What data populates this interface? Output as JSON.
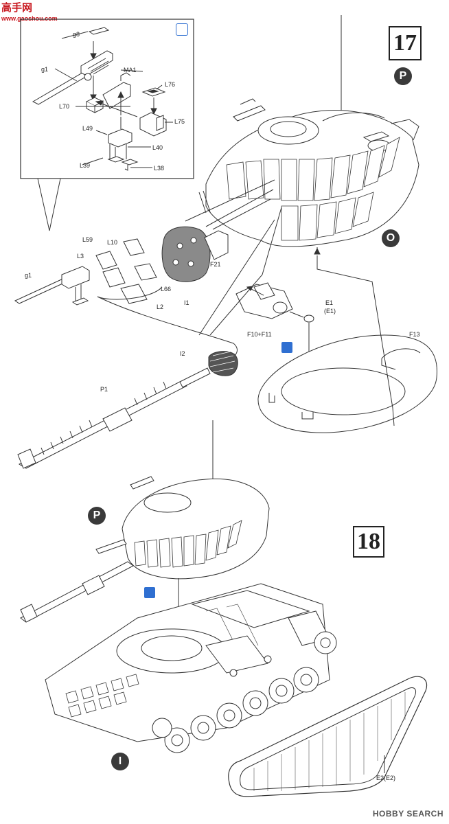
{
  "watermark_top": {
    "chars": "高手网",
    "url": "www.gaoshou.com"
  },
  "steps": [
    {
      "number": "17"
    },
    {
      "number": "18"
    }
  ],
  "markers": {
    "p1": "P",
    "o": "O",
    "p2": "P",
    "i": "I"
  },
  "detail_labels": {
    "g8": "g8",
    "g1": "g1",
    "ma1": "MA1",
    "l76": "L76",
    "l70": "L70",
    "l75": "L75",
    "l49": "L49",
    "l40": "L40",
    "l39": "L39",
    "l38": "L38"
  },
  "step17_labels": {
    "l59": "L59",
    "l10": "L10",
    "l3": "L3",
    "g1": "g1",
    "l66": "L66",
    "l2": "L2",
    "i1": "I1",
    "f21": "F21",
    "e1": "E1",
    "e1b": "(E1)",
    "f10f11": "F10+F11",
    "f13": "F13",
    "i2": "I2",
    "p1": "P1"
  },
  "step18_labels": {
    "e2": "E2(E2)"
  },
  "footer": {
    "brand": "HOBBY SEARCH"
  }
}
